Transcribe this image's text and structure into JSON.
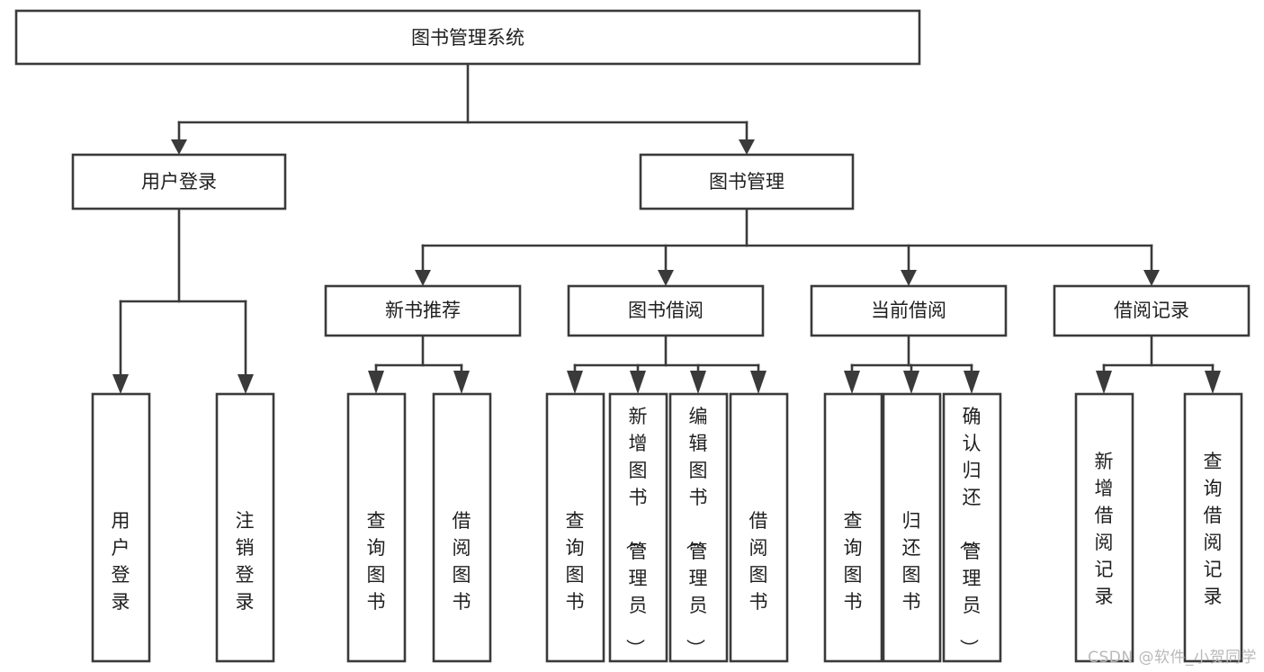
{
  "diagram": {
    "title": "图书管理系统",
    "type": "tree",
    "watermark": "CSDN @软件_小贺同学",
    "colors": {
      "box_stroke": "#3a3a3a",
      "box_fill": "#ffffff",
      "text": "#1f1f1f",
      "watermark": "#b9b9b9",
      "background": "#ffffff"
    },
    "root": {
      "label": "图书管理系统"
    },
    "level1": [
      {
        "label": "用户登录"
      },
      {
        "label": "图书管理"
      }
    ],
    "level2": [
      {
        "label": "新书推荐"
      },
      {
        "label": "图书借阅"
      },
      {
        "label": "当前借阅"
      },
      {
        "label": "借阅记录"
      }
    ],
    "leaves": {
      "user_login": [
        {
          "label": "用户登录"
        },
        {
          "label": "注销登录"
        }
      ],
      "new_book_recommend": [
        {
          "label": "查询图书"
        },
        {
          "label": "借阅图书"
        }
      ],
      "book_borrow": [
        {
          "label": "查询图书"
        },
        {
          "label": "新增图书（管理员）"
        },
        {
          "label": "编辑图书（管理员）"
        },
        {
          "label": "借阅图书"
        }
      ],
      "current_borrow": [
        {
          "label": "查询图书"
        },
        {
          "label": "归还图书"
        },
        {
          "label": "确认归还（管理员）"
        }
      ],
      "borrow_record": [
        {
          "label": "新增借阅记录"
        },
        {
          "label": "查询借阅记录"
        }
      ]
    }
  }
}
